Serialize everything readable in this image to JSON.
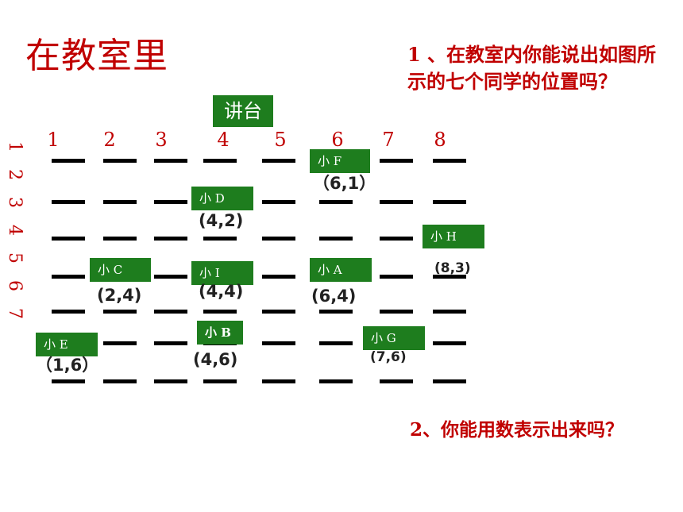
{
  "title": "在教室里",
  "question1": "1 、在教室内你能说出如图所示的七个同学的位置吗？",
  "question2": "2、你能用数表示出来吗？",
  "podium": "讲台",
  "column_numbers": [
    "1",
    "2",
    "3",
    "4",
    "5",
    "6",
    "7",
    "8"
  ],
  "row_numbers": "1 2 3 4 5 6 7",
  "students": [
    {
      "label": "小 F",
      "coord": "（6,1）"
    },
    {
      "label": "小 D",
      "coord": "(4,2)"
    },
    {
      "label": "小 H",
      "coord": "(8,3)"
    },
    {
      "label": "小 C",
      "coord": "(2,4)"
    },
    {
      "label": "小 I",
      "coord": "(4,4)"
    },
    {
      "label": "小 A",
      "coord": "(6,4)"
    },
    {
      "label": "小 E",
      "coord": "（1,6）"
    },
    {
      "label": "小 B",
      "coord": "(4,6)"
    },
    {
      "label": "小 G",
      "coord": "(7,6)"
    }
  ],
  "colors": {
    "accent_red": "#c00000",
    "label_green": "#1e7d1e",
    "desk": "#000000"
  }
}
